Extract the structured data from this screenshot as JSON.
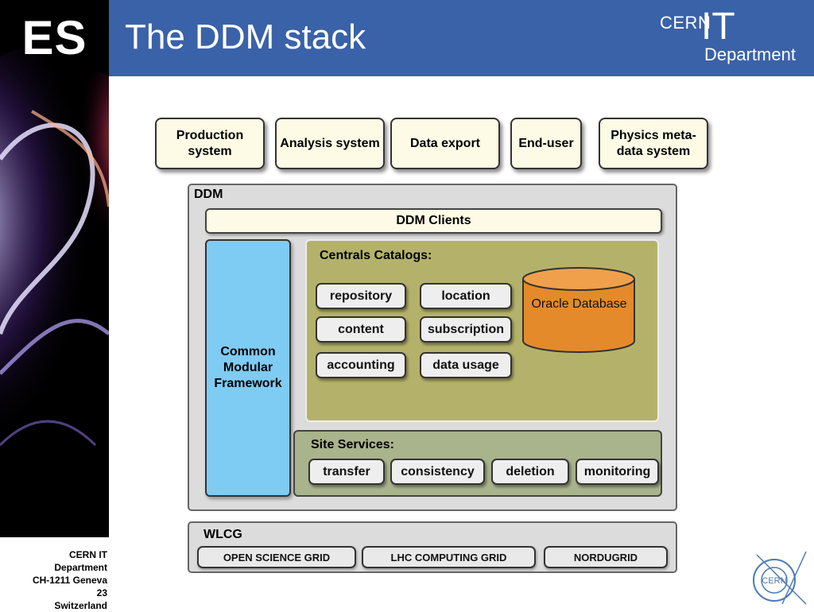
{
  "badge": "ES",
  "title": "The DDM stack",
  "logo": {
    "cern": "CERN",
    "it": "IT",
    "department": "Department"
  },
  "footer": [
    "CERN IT",
    "Department",
    "CH-1211 Geneva",
    "23",
    "Switzerland"
  ],
  "top_boxes": [
    "Production system",
    "Analysis system",
    "Data export",
    "End-user",
    "Physics meta-data system"
  ],
  "ddm": {
    "label": "DDM",
    "clients": "DDM  Clients",
    "framework": "Common Modular Framework",
    "catalogs": {
      "label": "Centrals Catalogs:",
      "items": [
        "repository",
        "location",
        "content",
        "subscription",
        "accounting",
        "data usage"
      ],
      "database": "Oracle Database"
    },
    "site_services": {
      "label": "Site Services:",
      "items": [
        "transfer",
        "consistency",
        "deletion",
        "monitoring"
      ]
    }
  },
  "wlcg": {
    "label": "WLCG",
    "grids": [
      "OPEN SCIENCE GRID",
      "LHC COMPUTING GRID",
      "NORDUGRID"
    ]
  },
  "colors": {
    "header": "#3a62a8",
    "framework": "#7ecbf3",
    "catalogs": "#b4b26a",
    "site_services": "#a9b38c",
    "database": "#e48a2a",
    "box_fill": "#fdfbe6"
  }
}
